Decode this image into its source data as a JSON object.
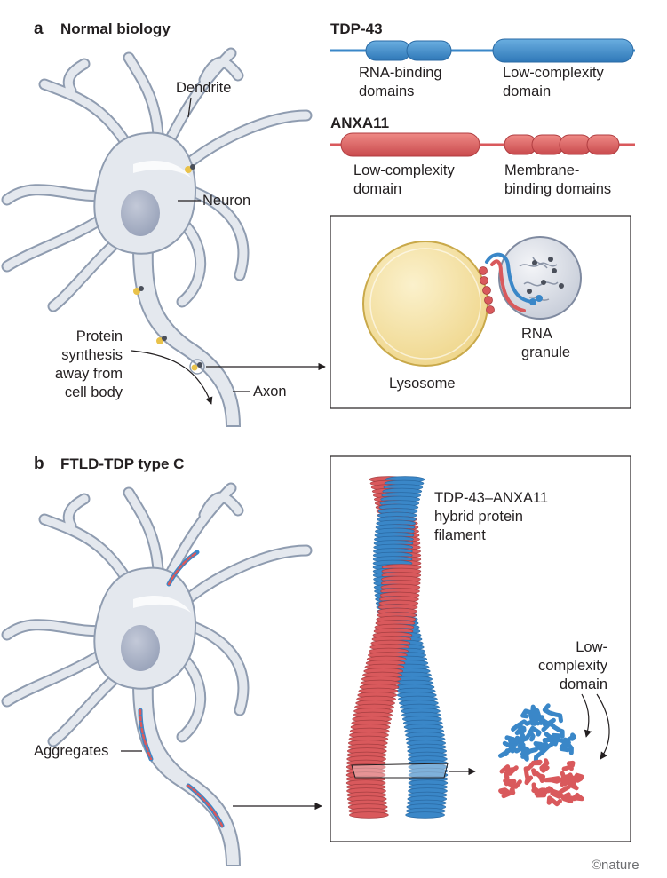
{
  "panel_a": {
    "letter": "a",
    "title": "Normal biology",
    "labels": {
      "dendrite": "Dendrite",
      "neuron": "Neuron",
      "protein_synthesis": [
        "Protein",
        "synthesis",
        "away from",
        "cell body"
      ],
      "axon": "Axon"
    },
    "tdp43": {
      "name": "TDP-43",
      "domain1": [
        "RNA-binding",
        "domains"
      ],
      "domain2": [
        "Low-complexity",
        "domain"
      ]
    },
    "anxa11": {
      "name": "ANXA11",
      "domain1": [
        "Low-complexity",
        "domain"
      ],
      "domain2": [
        "Membrane-",
        "binding domains"
      ]
    },
    "inset": {
      "lysosome": "Lysosome",
      "granule": [
        "RNA",
        "granule"
      ]
    }
  },
  "panel_b": {
    "letter": "b",
    "title": "FTLD-TDP  type C",
    "labels": {
      "aggregates": "Aggregates"
    },
    "inset": {
      "filament": [
        "TDP-43–ANXA11",
        "hybrid protein",
        "filament"
      ],
      "low_complexity": [
        "Low-",
        "complexity",
        "domain"
      ]
    }
  },
  "credit": "©nature",
  "colors": {
    "tdp43_blue": "#3a87c8",
    "anxa11_red": "#d9595c",
    "neuron_fill": "#e4e8ee",
    "neuron_outline": "#8f9cb0",
    "nucleus": "#a9b2c6",
    "lysosome": "#f3df9e"
  }
}
